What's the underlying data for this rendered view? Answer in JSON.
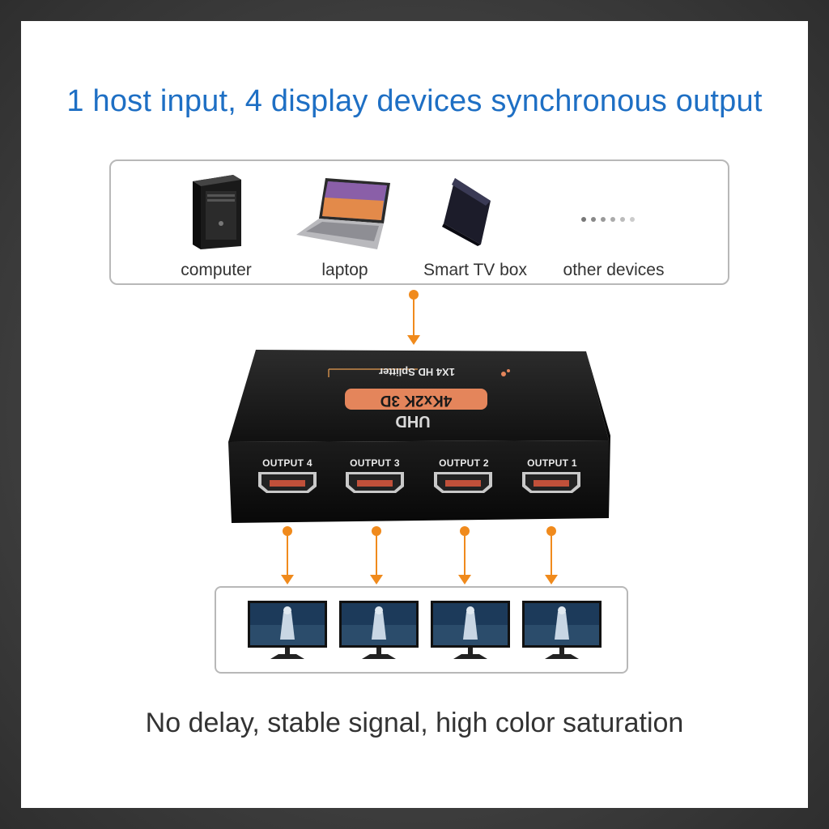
{
  "headline": "1 host input, 4 display devices synchronous output",
  "footer": "No delay, stable signal, high color saturation",
  "colors": {
    "accent_blue": "#1e6fc4",
    "arrow_orange": "#f08a1c",
    "box_border": "#b8b8b8"
  },
  "source_devices": [
    {
      "label": "computer",
      "icon": "desktop-computer-icon"
    },
    {
      "label": "laptop",
      "icon": "laptop-icon"
    },
    {
      "label": "Smart TV box",
      "icon": "tv-box-icon"
    },
    {
      "label": "other devices",
      "icon": "dots-icon"
    }
  ],
  "splitter": {
    "badge": "4Kx2K 3D",
    "model": "UHD",
    "top_label": "1X4 HD Splitter",
    "ports": [
      "OUTPUT 4",
      "OUTPUT 3",
      "OUTPUT 2",
      "OUTPUT 1"
    ]
  },
  "monitors": {
    "count": 4,
    "icon": "monitor-icon"
  }
}
